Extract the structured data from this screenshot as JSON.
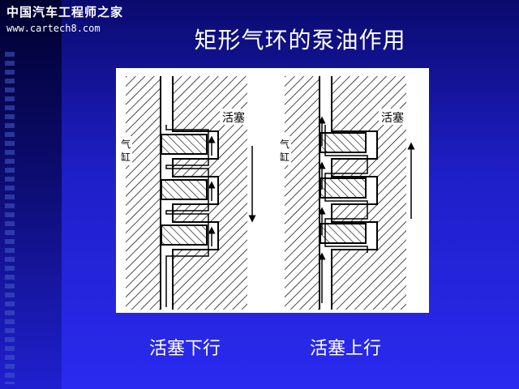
{
  "logo": {
    "name_cn": "中国汽车工程师之家",
    "url": "www.cartech8.com"
  },
  "slide": {
    "title": "矩形气环的泵油作用"
  },
  "diagram": {
    "left_panel": {
      "cylinder_label": "气\n缸",
      "piston_label": "活塞"
    },
    "right_panel": {
      "cylinder_label": "气\n缸",
      "piston_label": "活塞"
    }
  },
  "captions": {
    "left": "活塞下行",
    "right": "活塞上行"
  }
}
